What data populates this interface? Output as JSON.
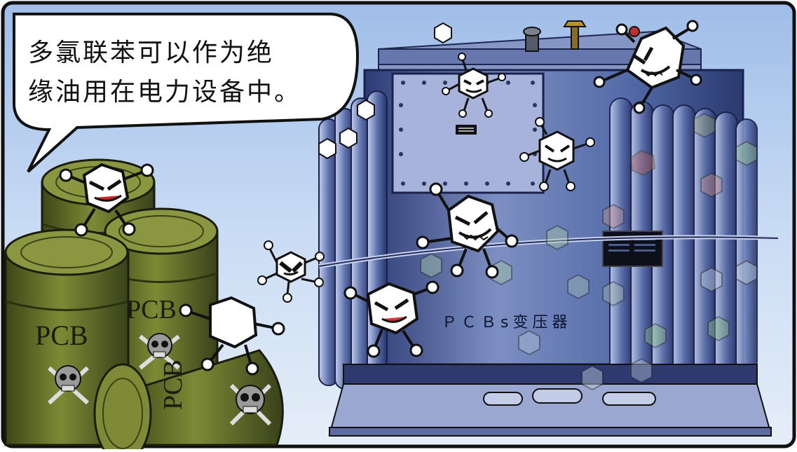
{
  "speech_bubble": {
    "line1": "多氯联苯可以作为绝",
    "line2": "缘油用在电力设备中。"
  },
  "drums": {
    "label_left": "PCB",
    "label_right": "PCB",
    "label_front": "PCB"
  },
  "transformer": {
    "label": "ＰＣＢs变压器"
  },
  "colors": {
    "sky": "#bcd3f0",
    "drum_green": "#6f7c30",
    "transformer_blue": "#5c6fa8",
    "panel_ink": "#111111"
  }
}
